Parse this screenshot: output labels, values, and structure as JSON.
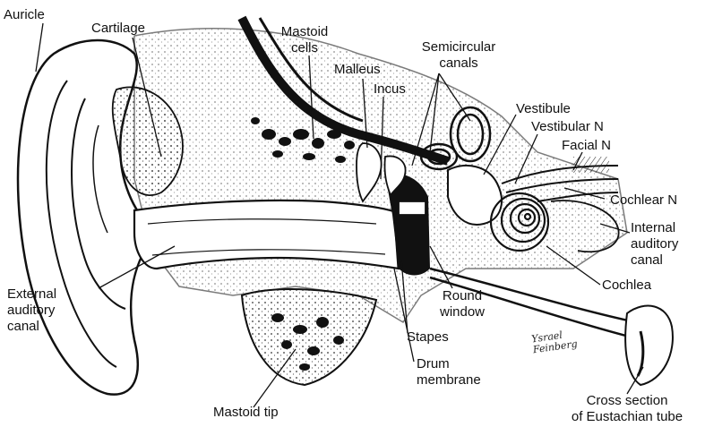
{
  "labels": {
    "auricle": "Auricle",
    "cartilage": "Cartilage",
    "mastoid_cells": [
      "Mastoid",
      "cells"
    ],
    "malleus": "Malleus",
    "incus": "Incus",
    "semicircular_canals": [
      "Semicircular",
      "canals"
    ],
    "vestibule": "Vestibule",
    "vestibular_n": "Vestibular N",
    "facial_n": "Facial N",
    "cochlear_n": "Cochlear N",
    "internal_auditory_canal": [
      "Internal",
      "auditory",
      "canal"
    ],
    "cochlea": "Cochlea",
    "round_window": [
      "Round",
      "window"
    ],
    "external_auditory_canal": [
      "External",
      "auditory",
      "canal"
    ],
    "stapes": "Stapes",
    "drum_membrane": [
      "Drum",
      "membrane"
    ],
    "mastoid_tip": "Mastoid tip",
    "eustachian": [
      "Cross section",
      "of Eustachian tube"
    ]
  },
  "signature": [
    "Ysrael",
    "Feinberg"
  ]
}
